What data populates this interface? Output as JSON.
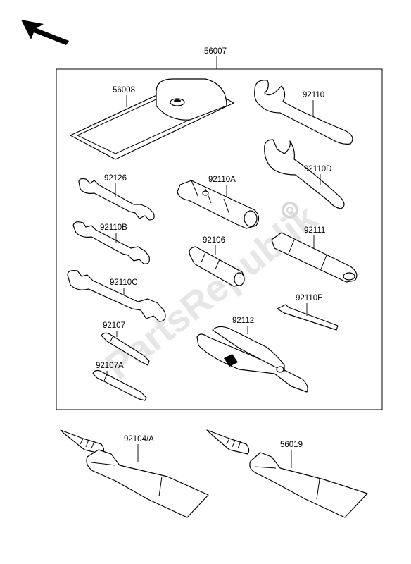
{
  "diagram": {
    "kit_label": "56007",
    "watermark": "PartsRepublik",
    "parts": [
      {
        "id": "pouch",
        "label": "56008"
      },
      {
        "id": "pin-spanner",
        "label": "92110"
      },
      {
        "id": "hook-spanner",
        "label": "92110D"
      },
      {
        "id": "wrench-1",
        "label": "92126"
      },
      {
        "id": "box-wrench",
        "label": "92110A"
      },
      {
        "id": "wrench-2",
        "label": "92110B"
      },
      {
        "id": "handle-bar",
        "label": "92111"
      },
      {
        "id": "plug",
        "label": "92106"
      },
      {
        "id": "wrench-3",
        "label": "92110C"
      },
      {
        "id": "hex-key",
        "label": "92110E"
      },
      {
        "id": "screwdriver-1",
        "label": "92107"
      },
      {
        "id": "pliers",
        "label": "92112"
      },
      {
        "id": "screwdriver-2",
        "label": "92107A"
      },
      {
        "id": "tube-1",
        "label": "92104/A"
      },
      {
        "id": "tube-2",
        "label": "56019"
      }
    ]
  }
}
